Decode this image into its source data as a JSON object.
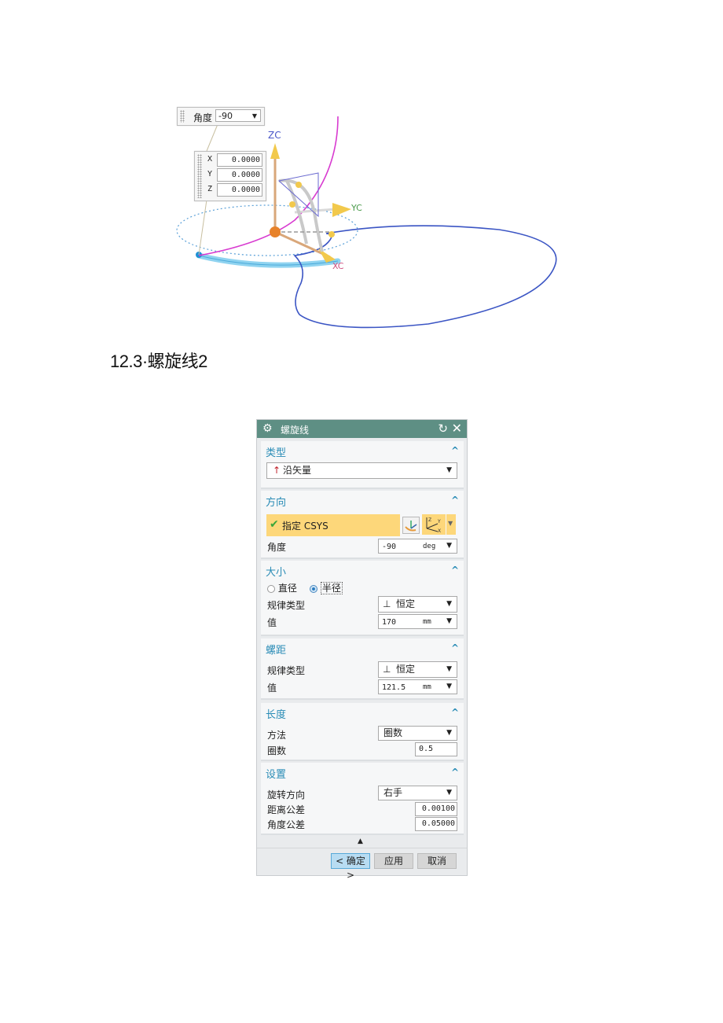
{
  "viewport": {
    "angle_label": "角度",
    "angle_value": "-90",
    "coords": [
      {
        "axis": "X",
        "value": "0.0000"
      },
      {
        "axis": "Y",
        "value": "0.0000"
      },
      {
        "axis": "Z",
        "value": "0.0000"
      }
    ],
    "axis_labels": {
      "z": "ZC",
      "y": "YC",
      "x": "XC"
    }
  },
  "heading": "12.3·螺旋线2",
  "dialog": {
    "title": "螺旋线",
    "icons": {
      "title": "gear-icon",
      "reset": "reset-icon",
      "close": "close-icon"
    },
    "sections": {
      "type": {
        "title": "类型",
        "value": "沿矢量"
      },
      "direction": {
        "title": "方向",
        "csys_label": "指定 CSYS",
        "angle_label": "角度",
        "angle_value": "-90",
        "angle_unit": "deg"
      },
      "size": {
        "title": "大小",
        "radio_diameter": "直径",
        "radio_radius": "半径",
        "selected": "半径",
        "law_label": "规律类型",
        "law_value": "恒定",
        "value_label": "值",
        "value": "170",
        "unit": "mm"
      },
      "pitch": {
        "title": "螺距",
        "law_label": "规律类型",
        "law_value": "恒定",
        "value_label": "值",
        "value": "121.5",
        "unit": "mm"
      },
      "length": {
        "title": "长度",
        "method_label": "方法",
        "method_value": "圈数",
        "turns_label": "圈数",
        "turns_value": "0.5"
      },
      "settings": {
        "title": "设置",
        "rotation_label": "旋转方向",
        "rotation_value": "右手",
        "dist_tol_label": "距离公差",
        "dist_tol_value": "0.00100",
        "angle_tol_label": "角度公差",
        "angle_tol_value": "0.05000"
      }
    },
    "buttons": {
      "ok": "< 确定 >",
      "apply": "应用",
      "cancel": "取消"
    },
    "colors": {
      "titlebar": "#5e8f84",
      "section_title": "#2a8cb6",
      "csys_highlight": "#fdd77a"
    }
  }
}
